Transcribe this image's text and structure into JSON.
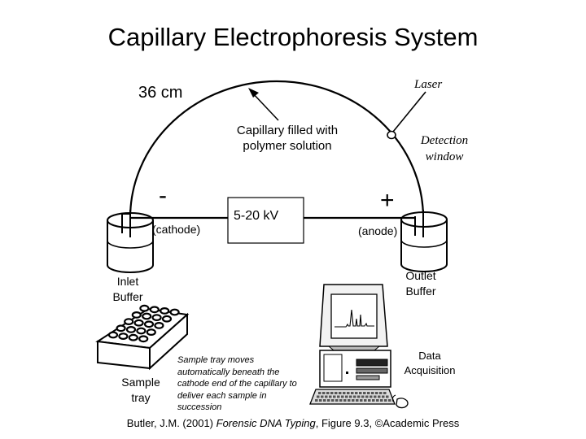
{
  "title": "Capillary Electrophoresis System",
  "labels": {
    "length": "36 cm",
    "laser": "Laser",
    "capillary": "Capillary filled with polymer solution",
    "detection_window": "Detection window",
    "minus": "-",
    "plus": "+",
    "cathode": "(cathode)",
    "anode": "(anode)",
    "voltage": "5-20 kV",
    "inlet_buffer": "Inlet Buffer",
    "outlet_buffer": "Outlet Buffer",
    "sample_tray": "Sample tray",
    "tray_note": "Sample tray moves automatically beneath the cathode end of the capillary to deliver each sample in succession",
    "data_acquisition": "Data Acquisition"
  },
  "citation": {
    "prefix": "Butler, J.M. (2001) ",
    "book": "Forensic DNA Typing",
    "suffix": ", Figure 9.3, ©Academic Press"
  }
}
